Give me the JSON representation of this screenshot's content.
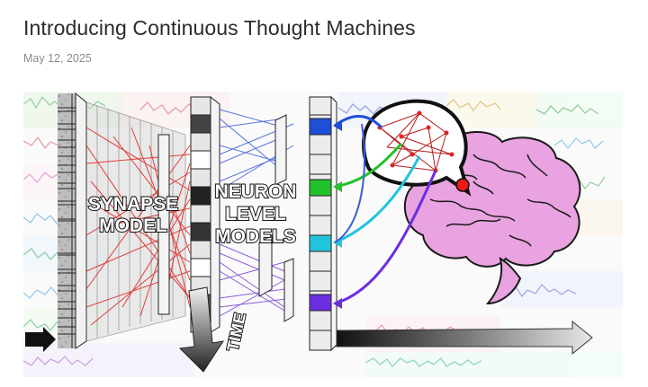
{
  "post": {
    "title": "Introducing Continuous Thought Machines",
    "date": "May 12, 2025"
  },
  "figure": {
    "synapse_label_1": "SYNAPSE",
    "synapse_label_2": "MODEL",
    "neuron_label_1": "NEURON",
    "neuron_label_2": "LEVEL",
    "neuron_label_3": "MODELS",
    "time_label": "TIME"
  },
  "colors": {
    "synapse_lines": "#e0201c",
    "neuron_lines_top": "#3a5fd9",
    "neuron_lines_bottom": "#7a3fd6",
    "blue_node": "#1e4fd8",
    "green_node": "#22c22a",
    "cyan_node": "#22c4dc",
    "purple_node": "#6a2fe0",
    "brain": "#e9a3e0"
  }
}
